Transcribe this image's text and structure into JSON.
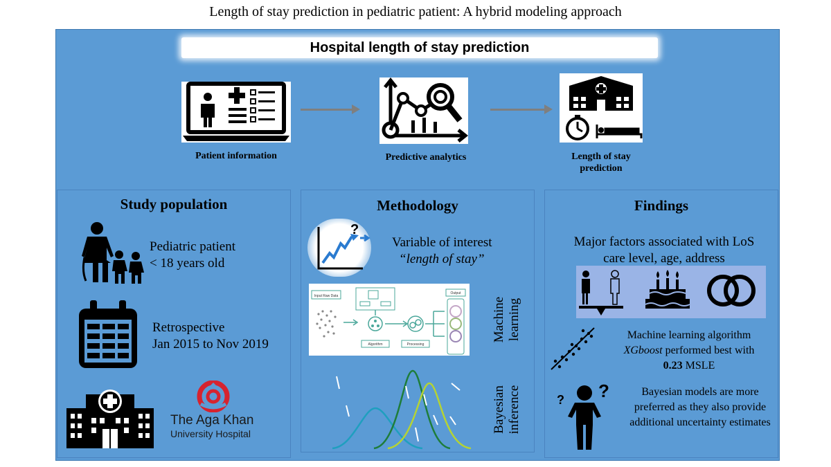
{
  "page_title": "Length of stay prediction in pediatric patient: A hybrid modeling approach",
  "header": {
    "title": "Hospital length of stay prediction"
  },
  "pipeline": {
    "step1": "Patient information",
    "step2": "Predictive analytics",
    "step3_line1": "Length of stay",
    "step3_line2": "prediction"
  },
  "study_population": {
    "title": "Study population",
    "patient_line1": "Pediatric patient",
    "patient_line2": "< 18 years old",
    "design_line1": "Retrospective",
    "design_line2": "Jan 2015 to Nov 2019",
    "hospital_line1": "The Aga Khan",
    "hospital_line2": "University Hospital"
  },
  "methodology": {
    "title": "Methodology",
    "variable_line1": "Variable of interest",
    "variable_line2": "“length of stay”",
    "ml_line1": "Machine",
    "ml_line2": "learning",
    "bayes_line1": "Bayesian",
    "bayes_line2": "inference",
    "flow_labels": {
      "input": "Input Raw Data",
      "algorithm": "Algorithm",
      "processing": "Processing",
      "output": "Output"
    }
  },
  "findings": {
    "title": "Findings",
    "factors_line1": "Major factors associated with LoS",
    "factors_line2": "care level, age, address",
    "ml_line1": "Machine learning algorithm",
    "ml_line2_italic": "XGboost",
    "ml_line2_rest": " performed best with",
    "ml_line3_bold": "0.23",
    "ml_line3_rest": " MSLE",
    "bayes_line1": "Bayesian models are more",
    "bayes_line2": "preferred as they also provide",
    "bayes_line3": "additional uncertainty estimates"
  },
  "colors": {
    "panel": "#5b9bd5",
    "accent_red": "#d6232f",
    "curve_blue": "#1f9fbf",
    "curve_green": "#1e7d3a",
    "curve_lime": "#b5d334"
  }
}
